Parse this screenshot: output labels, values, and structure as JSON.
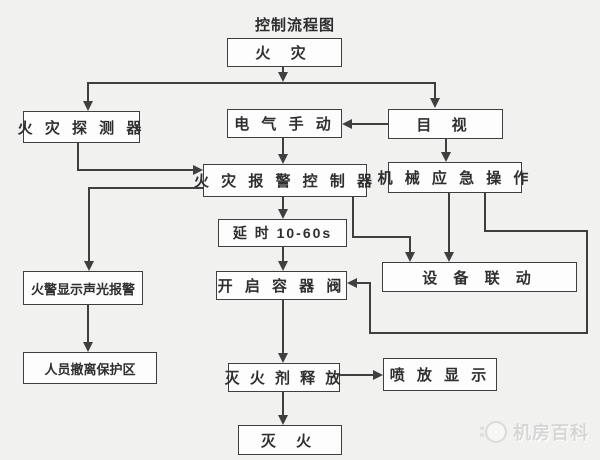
{
  "title": "控制流程图",
  "colors": {
    "background": "#f1f1f0",
    "box_fill": "#fdfdfd",
    "line": "#3f3f3f",
    "text": "#2f2f2f",
    "watermark": "#d6d6d5"
  },
  "nodes": {
    "fire": {
      "label": "火 灾"
    },
    "detector": {
      "label": "火 灾 探 测 器"
    },
    "manual": {
      "label": "电 气 手 动"
    },
    "visual": {
      "label": "目 视"
    },
    "controller": {
      "label": "火 灾 报 警 控 制 器"
    },
    "mechanical": {
      "label": "机 械 应 急 操 作"
    },
    "delay": {
      "label": "延 时 10-60s"
    },
    "alarm_display": {
      "label": "火警显示声光报警"
    },
    "open_valve": {
      "label": "开 启 容 器 阀"
    },
    "linkage": {
      "label": "设 备 联 动"
    },
    "evacuate": {
      "label": "人员撤离保护区"
    },
    "release": {
      "label": "灭 火 剂 释 放"
    },
    "spray_display": {
      "label": "喷 放 显 示"
    },
    "extinguish": {
      "label": "灭 火"
    }
  },
  "edges": [
    {
      "from": "fire",
      "to": "detector"
    },
    {
      "from": "fire",
      "to": "visual"
    },
    {
      "from": "visual",
      "to": "manual"
    },
    {
      "from": "visual",
      "to": "mechanical"
    },
    {
      "from": "detector",
      "to": "controller"
    },
    {
      "from": "manual",
      "to": "controller"
    },
    {
      "from": "controller",
      "to": "alarm_display"
    },
    {
      "from": "controller",
      "to": "delay"
    },
    {
      "from": "controller",
      "to": "linkage"
    },
    {
      "from": "mechanical",
      "to": "linkage"
    },
    {
      "from": "mechanical",
      "to": "open_valve"
    },
    {
      "from": "delay",
      "to": "open_valve"
    },
    {
      "from": "alarm_display",
      "to": "evacuate"
    },
    {
      "from": "open_valve",
      "to": "release"
    },
    {
      "from": "release",
      "to": "spray_display"
    },
    {
      "from": "release",
      "to": "extinguish"
    }
  ],
  "watermark": {
    "text": "机房百科"
  }
}
